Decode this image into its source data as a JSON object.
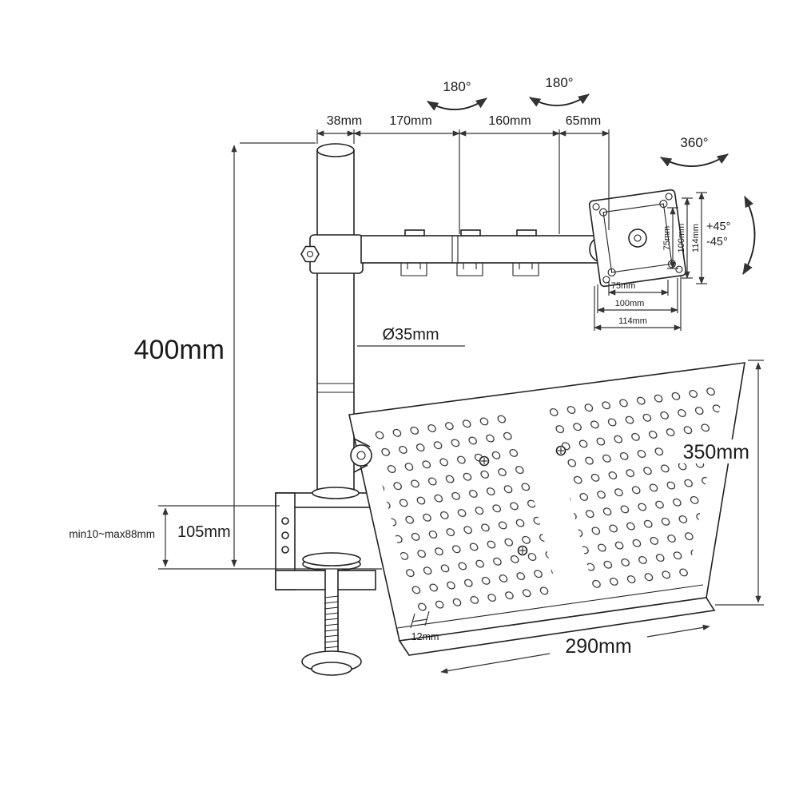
{
  "diagram": {
    "subject": "desk-clamp-monitor-arm-with-laptop-tray-dimension-drawing",
    "colors": {
      "line": "#222222",
      "background": "#ffffff"
    },
    "rotations": {
      "arm_joint_1": "180°",
      "arm_joint_2": "180°",
      "vesa_rotation": "360°",
      "tilt_up": "+45°",
      "tilt_down": "-45°"
    },
    "dimensions": {
      "pole_cap": "38mm",
      "arm_segment_1": "170mm",
      "arm_segment_2": "160mm",
      "arm_segment_3": "65mm",
      "pole_height": "400mm",
      "pole_diameter": "Ø35mm",
      "clamp_height": "105mm",
      "clamp_range": "min10~max88mm",
      "tray_depth": "350mm",
      "tray_width": "290mm",
      "tray_lip": "12mm",
      "vesa_vertical": {
        "v75": "75mm",
        "v100": "100mm",
        "v114": "114mm"
      },
      "vesa_horizontal": {
        "h75": "75mm",
        "h100": "100mm",
        "h114": "114mm"
      }
    }
  }
}
